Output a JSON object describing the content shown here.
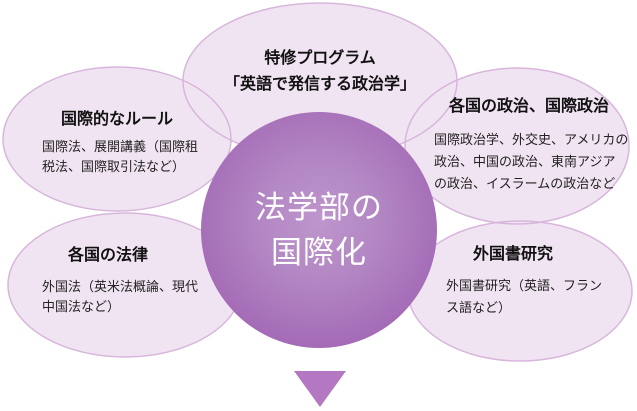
{
  "diagram": {
    "center_circle": {
      "label": "法学部の\n国際化"
    },
    "bubbles": {
      "top": {
        "title": "特修プログラム\n「英語で発信する政治学」"
      },
      "left_upper": {
        "title": "国際的なルール",
        "body": "国際法、展開講義（国際租\n税法、国際取引法など）"
      },
      "left_lower": {
        "title": "各国の法律",
        "body": "外国法（英米法概論、現代\n中国法など）"
      },
      "right_upper": {
        "title": "各国の政治、国際政治",
        "body": "国際政治学、外交史、アメリカの\n政治、中国の政治、東南アジア\nの政治、イスラームの政治など"
      },
      "right_lower": {
        "title": "外国書研究",
        "body": "外国書研究（英語、フラン\nス語など）"
      }
    },
    "icons": {
      "down_triangle": "down-triangle-pointer"
    },
    "colors": {
      "background": "#ffffff",
      "ellipse_fill": "#f1e4f2",
      "ellipse_stroke": "#d8b6dc",
      "circle_gradient_inner": "#bf95cd",
      "circle_gradient_mid": "#b287c3",
      "circle_gradient_outer": "#a369b5",
      "center_text": "#ffffff",
      "triangle": "#b478c3",
      "title_text": "#111111",
      "body_text": "#222222"
    }
  }
}
